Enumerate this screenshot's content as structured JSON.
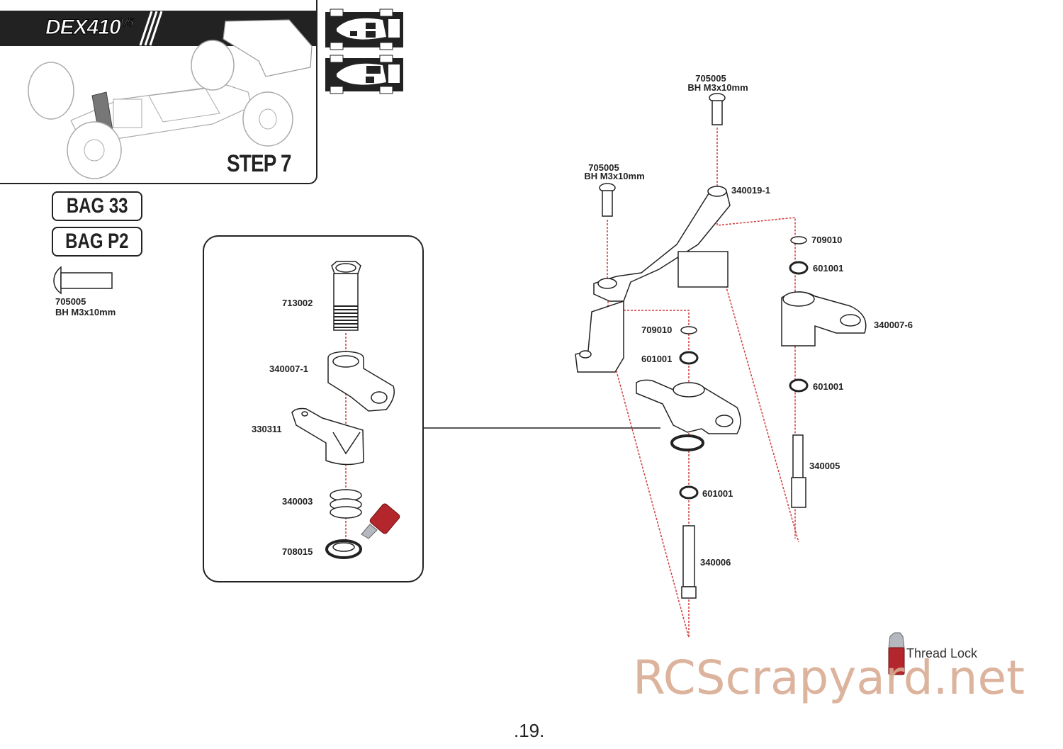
{
  "header": {
    "brand": "DEX410",
    "brand_version": "V5",
    "step": "STEP 7"
  },
  "bags": [
    "BAG 33",
    "BAG P2"
  ],
  "hardware_legend": {
    "part_number": "705005",
    "description": "BH M3x10mm"
  },
  "detail_panel": {
    "parts": [
      {
        "number": "713002"
      },
      {
        "number": "340007-1"
      },
      {
        "number": "330311"
      },
      {
        "number": "340003"
      },
      {
        "number": "708015"
      }
    ]
  },
  "main_assembly": {
    "screw_top": {
      "number": "705005",
      "description": "BH M3x10mm"
    },
    "screw_left": {
      "number": "705005",
      "description": "BH M3x10mm"
    },
    "labels": {
      "bellcrank_bracket": "340019-1",
      "washer_left": "709010",
      "bearing_left_top": "601001",
      "bearing_left_bottom": "601001",
      "post_left": "340006",
      "washer_right": "709010",
      "bearing_right_top": "601001",
      "arm_right": "340007-6",
      "bearing_right_bottom": "601001",
      "post_right": "340005"
    }
  },
  "legend": {
    "thread_lock": "Thread Lock"
  },
  "watermark": "RCScrapyard.net",
  "page_number": ".19.",
  "colors": {
    "line": "#222222",
    "guide_dashed": "#d23a3a",
    "thread_lock_red": "#b3262b",
    "watermark": "#d9ab93"
  }
}
